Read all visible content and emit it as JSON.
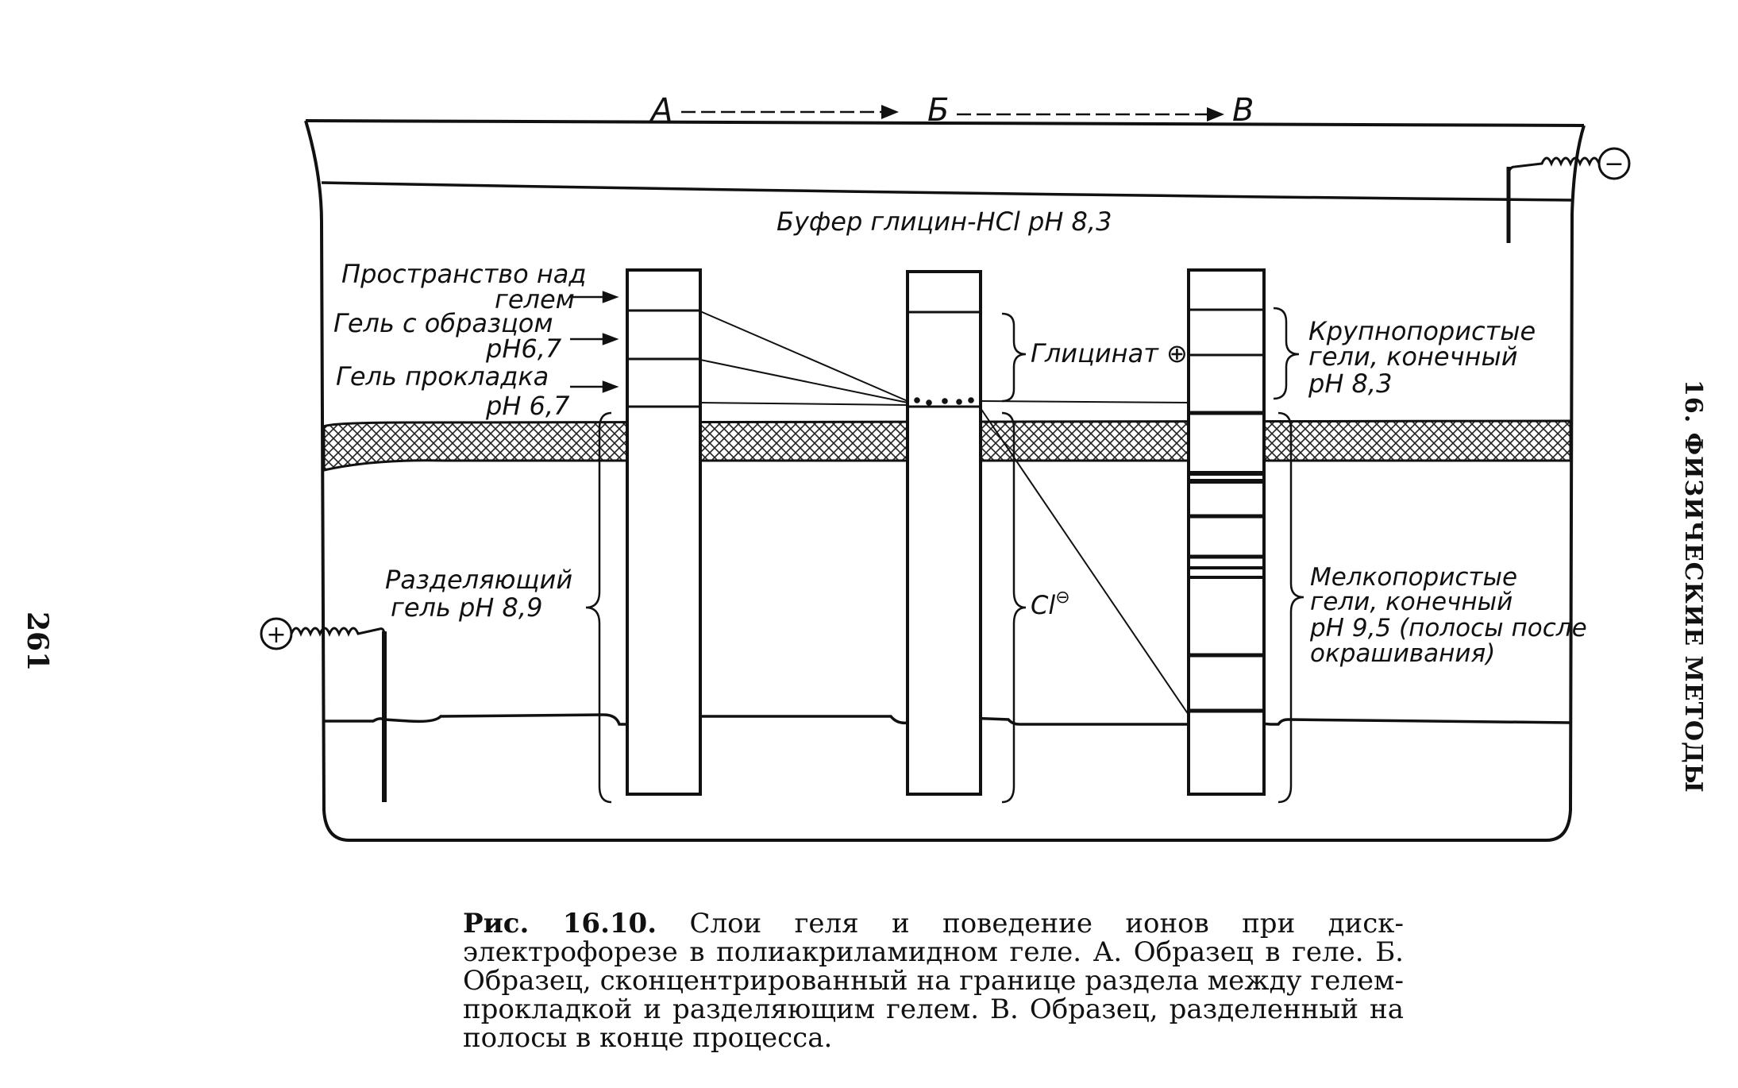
{
  "figure": {
    "stage_a": "А",
    "stage_b": "Б",
    "stage_c": "В",
    "buffer_label": "Буфер глицин-HCl pH 8,3",
    "left_labels": {
      "space_line1": "Пространство над",
      "space_line2": "гелем",
      "sample_line1": "Гель с образцом",
      "sample_line2": "pH6,7",
      "spacer_line1": "Гель прокладка",
      "spacer_line2": "pH 6,7"
    },
    "separating_line1": "Разделяющий",
    "separating_line2": "гель pH 8,9",
    "glycinate": "Глицинат",
    "glycinate_sign": "⊕",
    "chloride": "Cl",
    "chloride_sign": "⊖",
    "coarse_line1": "Крупнопористые",
    "coarse_line2": "гели, конечный",
    "coarse_line3": "pH 8,3",
    "fine_line1": "Мелкопористые",
    "fine_line2": "гели, конечный",
    "fine_line3": "pH 9,5 (полосы после",
    "fine_line4": "окрашивания)",
    "anode_sign": "+",
    "cathode_sign": "−"
  },
  "caption": {
    "label": "Рис. 16.10.",
    "text": "Слои геля и поведение ионов при диск-электрофорезе в полиакриламидном геле. А. Образец в геле. Б. Образец, сконцентрированный на границе раздела между гелем-прокладкой и разделяющим гелем. В. Образец, разделенный на полосы в конце процесса."
  },
  "page_number": "261",
  "running_head": "16. ФИЗИЧЕСКИЕ МЕТОДЫ"
}
